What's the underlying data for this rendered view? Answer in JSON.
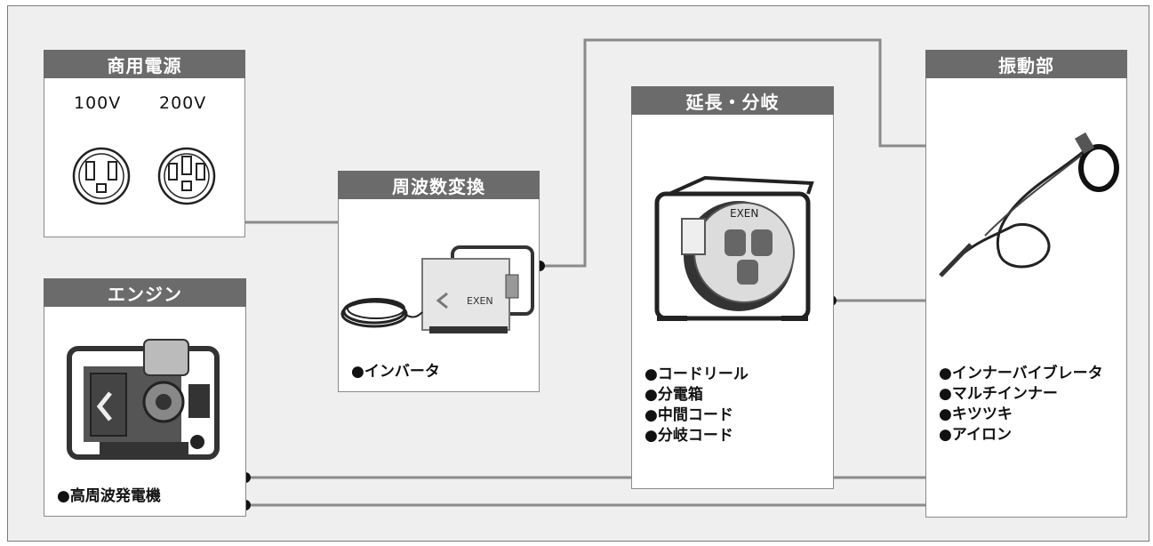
{
  "boxes": {
    "commercial": {
      "title": "商用電源",
      "voltages": [
        "100V",
        "200V"
      ],
      "icons": [
        "outlet-100v-icon",
        "outlet-200v-icon"
      ]
    },
    "engine": {
      "title": "エンジン",
      "items": [
        "●高周波発電機"
      ],
      "icon": "generator-icon"
    },
    "frequency": {
      "title": "周波数変換",
      "items": [
        "●インバータ"
      ],
      "icon": "inverter-icon"
    },
    "extension": {
      "title": "延長・分岐",
      "items": [
        "●コードリール",
        "●分電箱",
        "●中間コード",
        "●分岐コード"
      ],
      "icon": "cord-reel-icon"
    },
    "vibration": {
      "title": "振動部",
      "items": [
        "●インナーバイブレータ",
        "●マルチインナー",
        "●キツツキ",
        "●アイロン"
      ],
      "icon": "vibrator-icon"
    }
  },
  "brand_on_devices": "EXEN",
  "colors": {
    "background": "#efeff0",
    "header": "#6b6b6b",
    "wire": "#8a8a8a",
    "node": "#111111"
  }
}
